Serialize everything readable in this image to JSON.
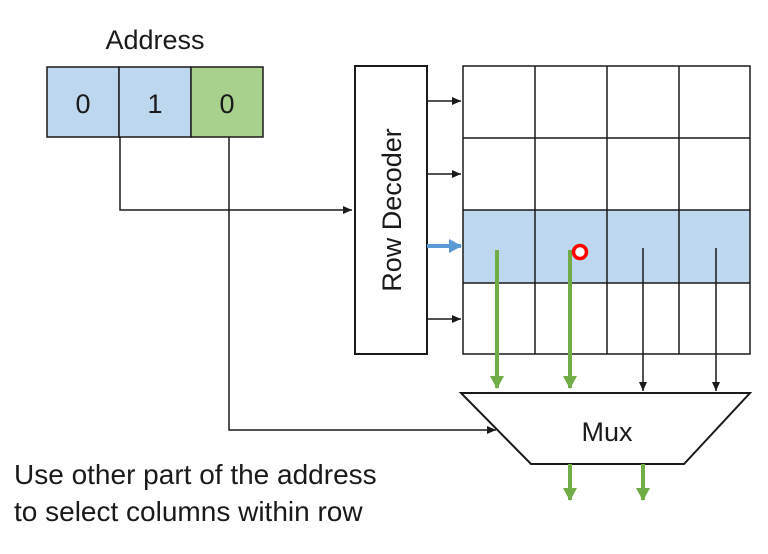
{
  "address": {
    "title": "Address",
    "bits": [
      {
        "value": "0",
        "color": "#bdd7ee"
      },
      {
        "value": "1",
        "color": "#bdd7ee"
      },
      {
        "value": "0",
        "color": "#a9d18e"
      }
    ]
  },
  "row_decoder": {
    "label": "Row Decoder"
  },
  "grid": {
    "rows": 4,
    "cols": 4,
    "selected_row": 2,
    "highlight_color": "#bdd7ee"
  },
  "mux": {
    "label": "Mux"
  },
  "caption": {
    "line1": "Use other part of the address",
    "line2": "to select columns within row"
  },
  "colors": {
    "selected_arrow": "#70ad47",
    "decoder_arrow": "#5b9bd5",
    "cursor": "#ff0000",
    "outline": "#1a1a1a"
  }
}
